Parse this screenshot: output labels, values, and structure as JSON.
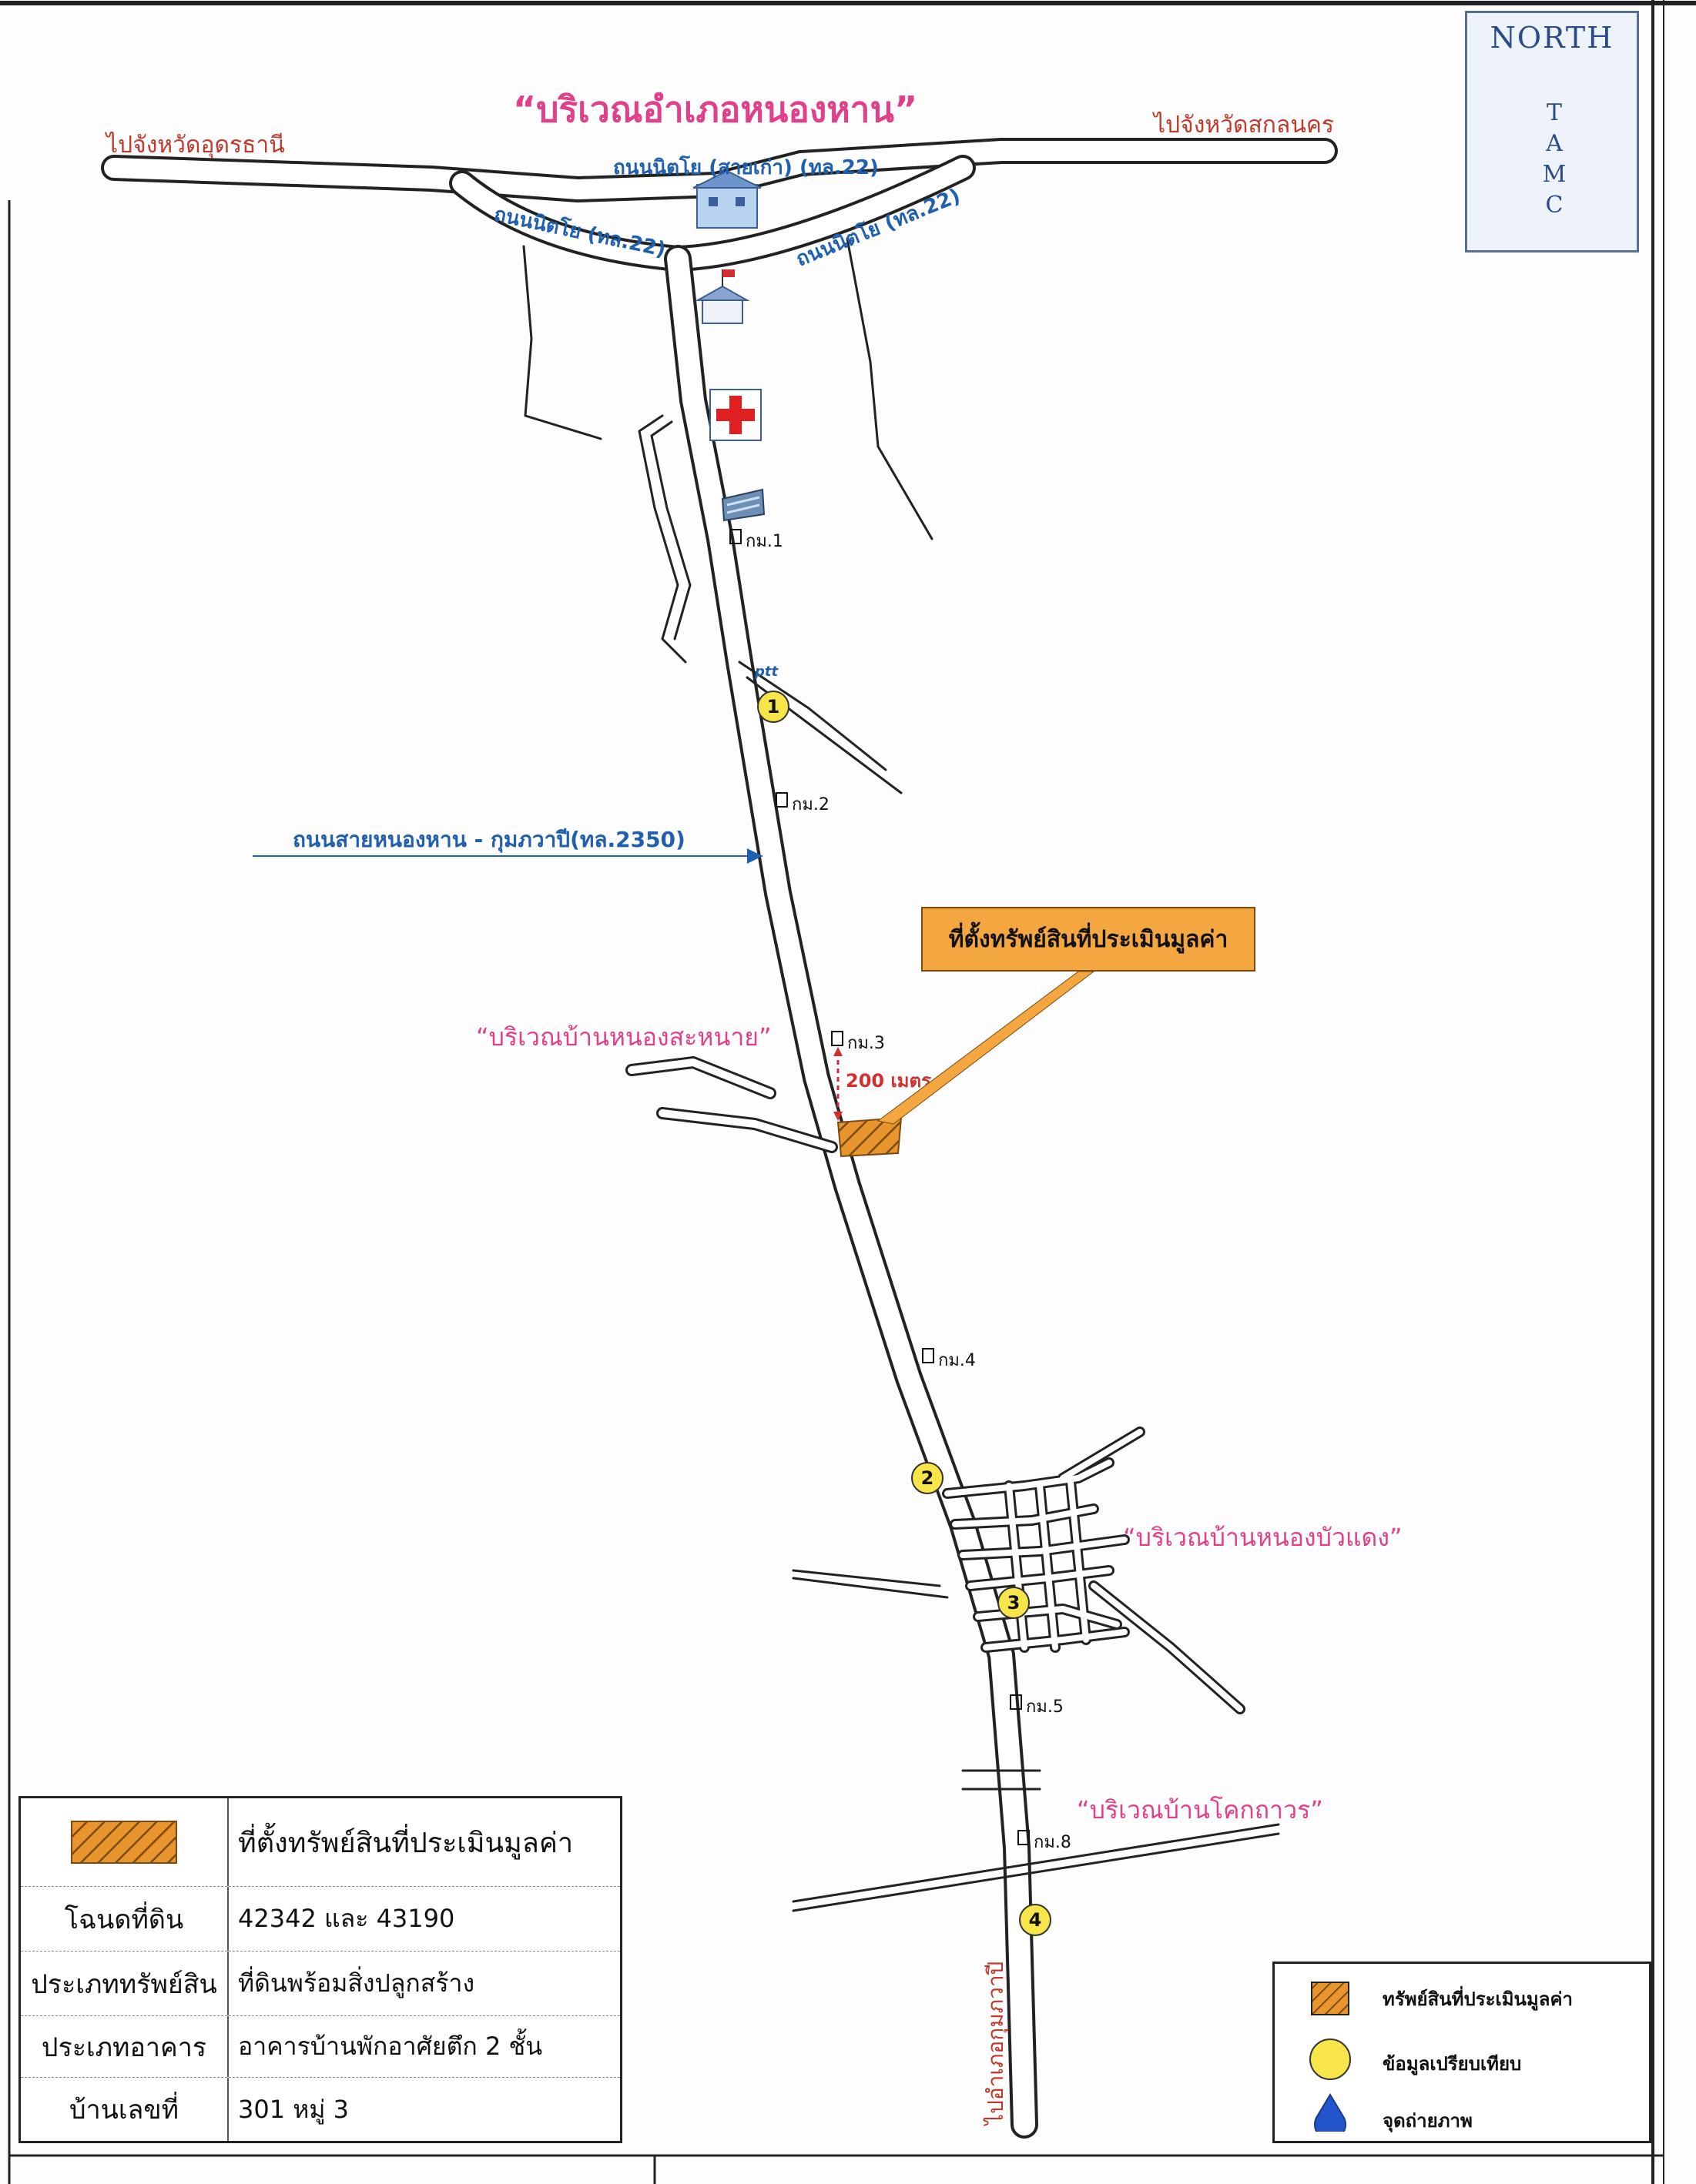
{
  "map": {
    "title": "“บริเวณอำเภอหนองหาน”",
    "west_direction": "ไปจังหวัดอุดรธานี",
    "east_direction": "ไปจังหวัดสกลนคร",
    "road_top": "ถนนนิตโย (สายเก่า) (ทล.22)",
    "road_left": "ถนนนิตโย (ทล.22)",
    "road_right": "ถนนนิตโย (ทล.22)",
    "road_main": "ถนนสายหนองหาน - กุมภวาปี(ทล.2350)",
    "road_south": "ไปอำเภอกุมภวาปี",
    "area_nongsanai": "“บริเวณบ้านหนองสะหนาย”",
    "area_nongbuadaeng": "“บริเวณบ้านหนองบัวแดง”",
    "area_khokthawon": "“บริเวณบ้านโคกถาวร”",
    "distance": "200 เมตร",
    "gas_station": "ptt",
    "km_markers": [
      "กม.1",
      "กม.2",
      "กม.3",
      "กม.4",
      "กม.5",
      "กม.8"
    ],
    "comparables": [
      "1",
      "2",
      "3",
      "4"
    ],
    "property_callout": "ที่ตั้งทรัพย์สินที่ประเมินมูลค่า",
    "colors": {
      "road_outline": "#222222",
      "area_label": "#e0408a",
      "direction_label": "#c0392b",
      "road_label": "#1f5fb0",
      "property_fill": "#e8952e",
      "comparable_fill": "#f7e54a",
      "photo_point": "#2255cc"
    }
  },
  "north": {
    "label": "NORTH",
    "letters": [
      "T",
      "A",
      "M",
      "C"
    ]
  },
  "info_table": {
    "header": "ที่ตั้งทรัพย์สินที่ประเมินมูลค่า",
    "rows": [
      {
        "label": "โฉนดที่ดิน",
        "value": "42342 และ 43190"
      },
      {
        "label": "ประเภททรัพย์สิน",
        "value": "ที่ดินพร้อมสิ่งปลูกสร้าง"
      },
      {
        "label": "ประเภทอาคาร",
        "value": "อาคารบ้านพักอาศัยตึก 2 ชั้น"
      },
      {
        "label": "บ้านเลขที่",
        "value": "301 หมู่ 3"
      }
    ]
  },
  "legend": {
    "items": [
      {
        "icon": "hatched-square-icon",
        "label": "ทรัพย์สินที่ประเมินมูลค่า"
      },
      {
        "icon": "yellow-circle-icon",
        "label": "ข้อมูลเปรียบเทียบ"
      },
      {
        "icon": "blue-drop-icon",
        "label": "จุดถ่ายภาพ"
      }
    ]
  }
}
